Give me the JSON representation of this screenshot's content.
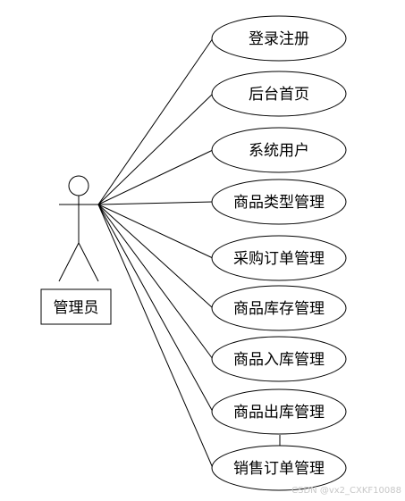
{
  "actor": {
    "label": "管理员"
  },
  "use_cases": [
    {
      "label": "登录注册"
    },
    {
      "label": "后台首页"
    },
    {
      "label": "系统用户"
    },
    {
      "label": "商品类型管理"
    },
    {
      "label": "采购订单管理"
    },
    {
      "label": "商品库存管理"
    },
    {
      "label": "商品入库管理"
    },
    {
      "label": "商品出库管理"
    },
    {
      "label": "销售订单管理"
    }
  ],
  "watermark": "CSDN @vx2_CXKF10088",
  "colors": {
    "stroke": "#000000",
    "background": "#ffffff",
    "watermark": "#c8c8c8"
  }
}
